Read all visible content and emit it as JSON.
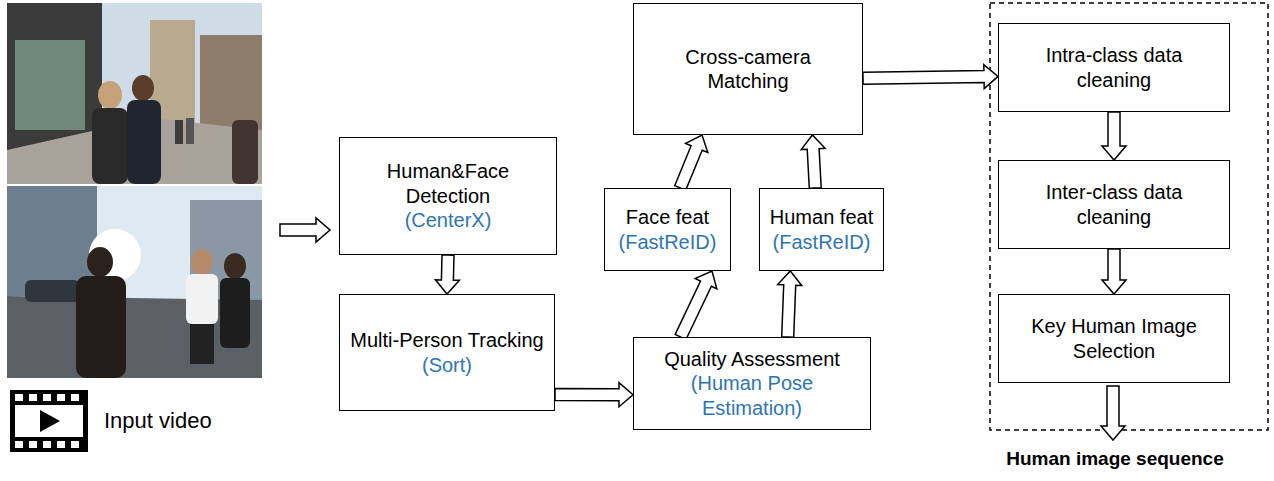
{
  "diagram": {
    "nodes": [
      {
        "text": [
          "Human&Face Detection",
          "(CenterX)"
        ]
      },
      {
        "text": [
          "Multi-Person Tracking",
          "(Sort)"
        ]
      },
      {
        "text": [
          "Quality Assessment",
          "(Human Pose Estimation)"
        ]
      },
      {
        "text": [
          "Face feat",
          "(FastReID)"
        ]
      },
      {
        "text": [
          "Human feat",
          "(FastReID)"
        ]
      },
      {
        "text": [
          "Cross-camera Matching"
        ]
      },
      {
        "text": [
          "Intra-class data cleaning"
        ]
      },
      {
        "text": [
          "Inter-class data cleaning"
        ]
      },
      {
        "text": [
          "Key Human Image Selection"
        ]
      }
    ],
    "edges": [
      {
        "from": 0,
        "to": 1,
        "arrow": "to"
      },
      {
        "from": 1,
        "to": 2,
        "arrow": "to"
      },
      {
        "from": 2,
        "to": 3,
        "arrow": "to"
      },
      {
        "from": 2,
        "to": 4,
        "arrow": "to"
      },
      {
        "from": 3,
        "to": 5,
        "arrow": "to"
      },
      {
        "from": 4,
        "to": 5,
        "arrow": "to"
      },
      {
        "from": 5,
        "to": 6,
        "arrow": "to"
      },
      {
        "from": 6,
        "to": 7,
        "arrow": "to"
      },
      {
        "from": 7,
        "to": 8,
        "arrow": "to"
      }
    ],
    "labels": [
      "Input video",
      "Human image sequence"
    ]
  }
}
